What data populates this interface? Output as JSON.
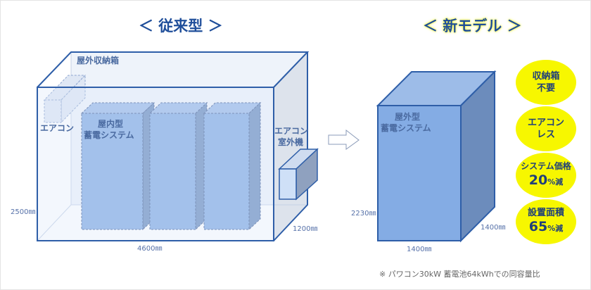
{
  "conventional": {
    "title": "＜ 従来型 ＞",
    "enclosure_label": "屋外収納箱",
    "aircon_label": "エアコン",
    "indoor_system_label_1": "屋内型",
    "indoor_system_label_2": "蓄電システム",
    "outdoor_unit_label_1": "エアコン",
    "outdoor_unit_label_2": "室外機",
    "height": "2500㎜",
    "width": "4600㎜",
    "depth": "1200㎜"
  },
  "new_model": {
    "title": "＜ 新モデル ＞",
    "system_label_1": "屋外型",
    "system_label_2": "蓄電システム",
    "height": "2230㎜",
    "width": "1400㎜",
    "depth": "1400㎜"
  },
  "benefits": [
    {
      "line1": "収納箱",
      "line2": "不要"
    },
    {
      "line1": "エアコン",
      "line2": "レス"
    },
    {
      "line1": "システム価格",
      "value": "20",
      "unit": "%減"
    },
    {
      "line1": "設置面積",
      "value": "65",
      "unit": "%減"
    }
  ],
  "footnote": "※ パワコン30kW 蓄電池64kWhでの同容量比",
  "colors": {
    "box": "#7fa7e0",
    "edge": "#2e5ea8",
    "highlight": "#f7f700"
  }
}
